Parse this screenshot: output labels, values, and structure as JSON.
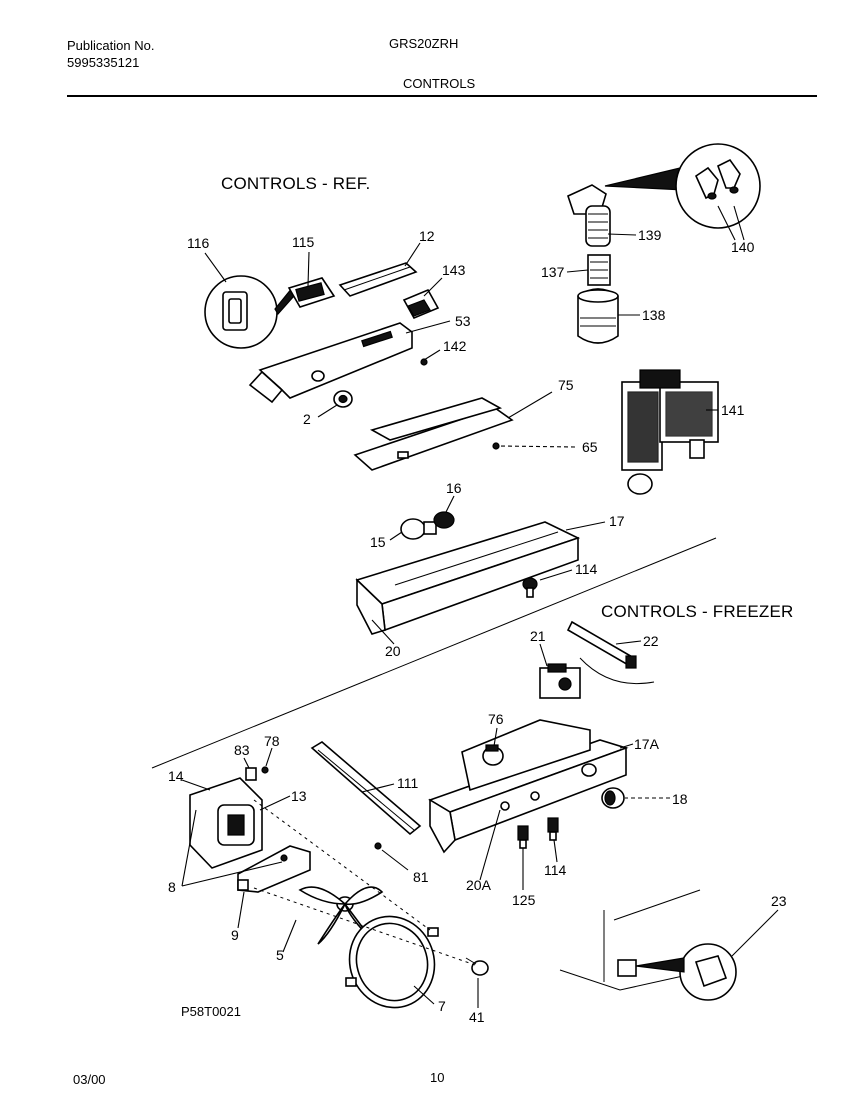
{
  "header": {
    "publication_label": "Publication No.",
    "publication_number": "5995335121",
    "model": "GRS20ZRH",
    "section": "CONTROLS"
  },
  "sections": {
    "ref_title": "CONTROLS - REF.",
    "freezer_title": "CONTROLS - FREEZER"
  },
  "drawing_code": "P58T0021",
  "footer": {
    "date": "03/00",
    "page": "10"
  },
  "callouts": [
    "116",
    "115",
    "12",
    "143",
    "53",
    "142",
    "2",
    "75",
    "65",
    "139",
    "140",
    "137",
    "138",
    "141",
    "16",
    "17",
    "15",
    "114",
    "20",
    "21",
    "22",
    "76",
    "17A",
    "18",
    "83",
    "78",
    "14",
    "13",
    "111",
    "81",
    "8",
    "9",
    "5",
    "7",
    "41",
    "20A",
    "125",
    "114",
    "23"
  ]
}
